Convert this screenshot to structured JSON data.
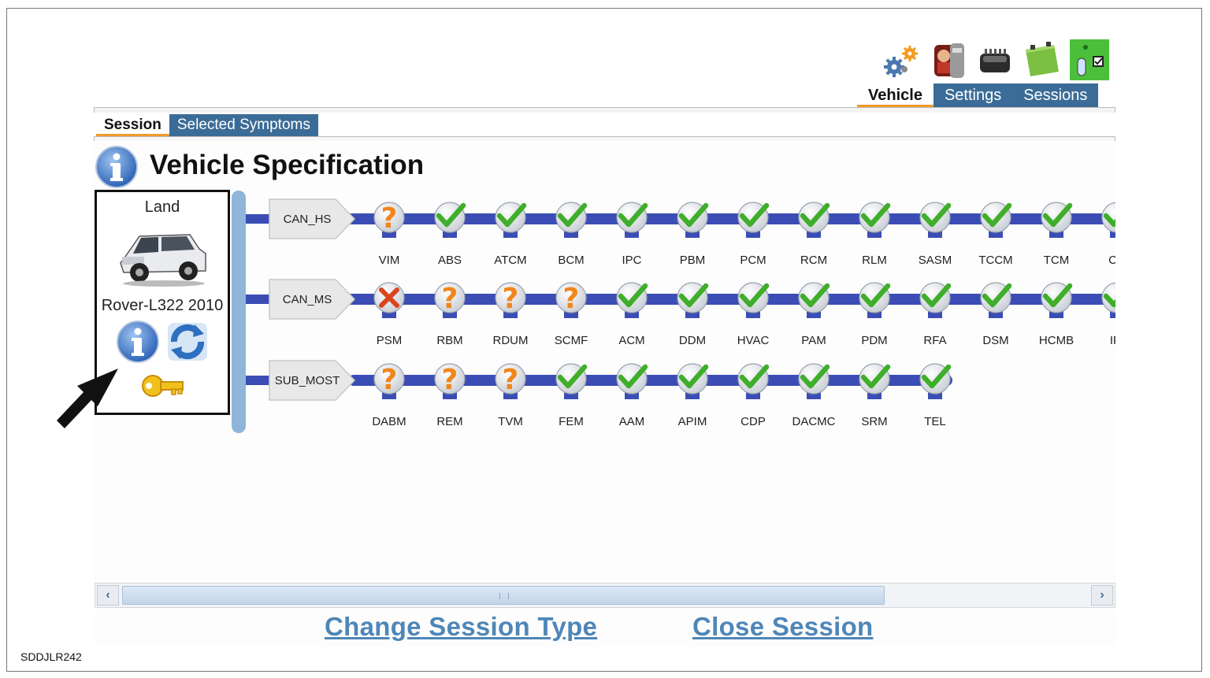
{
  "figure_code": "SDDJLR242",
  "toolbar_icons": [
    "gears-icon",
    "technician-icon",
    "vci-device-icon",
    "battery-icon",
    "flash-status-icon"
  ],
  "top_tabs": [
    {
      "label": "Vehicle",
      "active": true
    },
    {
      "label": "Settings",
      "active": false
    },
    {
      "label": "Sessions",
      "active": false
    }
  ],
  "sub_tabs": [
    {
      "label": "Session",
      "active": true
    },
    {
      "label": "Selected Symptoms",
      "active": false
    }
  ],
  "page_title": "Vehicle Specification",
  "vehicle": {
    "line1": "Land",
    "line2": "Rover-L322 2010"
  },
  "network": {
    "colors": {
      "bus": "#3b4db5",
      "trunk": "#8fb5d9",
      "ok": "#3fae2a",
      "unknown": "#f0861c",
      "fault": "#d9461d"
    },
    "buses": [
      {
        "name": "CAN_HS",
        "modules": [
          {
            "name": "VIM",
            "status": "unknown"
          },
          {
            "name": "ABS",
            "status": "ok"
          },
          {
            "name": "ATCM",
            "status": "ok"
          },
          {
            "name": "BCM",
            "status": "ok"
          },
          {
            "name": "IPC",
            "status": "ok"
          },
          {
            "name": "PBM",
            "status": "ok"
          },
          {
            "name": "PCM",
            "status": "ok"
          },
          {
            "name": "RCM",
            "status": "ok"
          },
          {
            "name": "RLM",
            "status": "ok"
          },
          {
            "name": "SASM",
            "status": "ok"
          },
          {
            "name": "TCCM",
            "status": "ok"
          },
          {
            "name": "TCM",
            "status": "ok"
          },
          {
            "name": "CC",
            "status": "ok"
          }
        ],
        "continues": true
      },
      {
        "name": "CAN_MS",
        "modules": [
          {
            "name": "PSM",
            "status": "fault"
          },
          {
            "name": "RBM",
            "status": "unknown"
          },
          {
            "name": "RDUM",
            "status": "unknown"
          },
          {
            "name": "SCMF",
            "status": "unknown"
          },
          {
            "name": "ACM",
            "status": "ok"
          },
          {
            "name": "DDM",
            "status": "ok"
          },
          {
            "name": "HVAC",
            "status": "ok"
          },
          {
            "name": "PAM",
            "status": "ok"
          },
          {
            "name": "PDM",
            "status": "ok"
          },
          {
            "name": "RFA",
            "status": "ok"
          },
          {
            "name": "DSM",
            "status": "ok"
          },
          {
            "name": "HCMB",
            "status": "ok"
          },
          {
            "name": "IPI",
            "status": "ok"
          }
        ],
        "continues": true
      },
      {
        "name": "SUB_MOST",
        "modules": [
          {
            "name": "DABM",
            "status": "unknown"
          },
          {
            "name": "REM",
            "status": "unknown"
          },
          {
            "name": "TVM",
            "status": "unknown"
          },
          {
            "name": "FEM",
            "status": "ok"
          },
          {
            "name": "AAM",
            "status": "ok"
          },
          {
            "name": "APIM",
            "status": "ok"
          },
          {
            "name": "CDP",
            "status": "ok"
          },
          {
            "name": "DACMC",
            "status": "ok"
          },
          {
            "name": "SRM",
            "status": "ok"
          },
          {
            "name": "TEL",
            "status": "ok"
          }
        ],
        "continues": false
      }
    ]
  },
  "scrollbar": {
    "left_icon": "chevron-left-icon",
    "right_icon": "chevron-right-icon",
    "left_glyph": "‹",
    "right_glyph": "›"
  },
  "actions": {
    "change_session": "Change Session Type",
    "close_session": "Close Session"
  }
}
